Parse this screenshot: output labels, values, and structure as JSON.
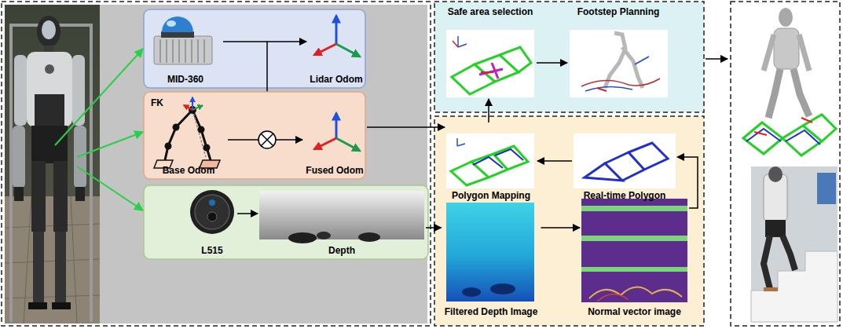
{
  "diagram": {
    "nodes": [
      {
        "text": [
          "MID-360"
        ]
      },
      {
        "text": [
          "Lidar Odom"
        ]
      },
      {
        "text": [
          "FK",
          "Base Odom"
        ]
      },
      {
        "text": [
          "Fused Odom"
        ]
      },
      {
        "text": [
          "L515"
        ]
      },
      {
        "text": [
          "Depth"
        ]
      },
      {
        "text": [
          "Safe area selection"
        ]
      },
      {
        "text": [
          "Footstep Planning"
        ]
      },
      {
        "text": [
          "Polygon Mapping"
        ]
      },
      {
        "text": [
          "Real-time Polygon"
        ]
      },
      {
        "text": [
          "Filtered Depth Image"
        ]
      },
      {
        "text": [
          "Normal vector image"
        ]
      }
    ],
    "edges": [
      {
        "from": 0,
        "to": 1,
        "arrow": "to"
      },
      {
        "from": 2,
        "to": 3,
        "arrow": "to"
      },
      {
        "from": 4,
        "to": 5,
        "arrow": "to"
      },
      {
        "from": 3,
        "to": 8,
        "arrow": "to"
      },
      {
        "from": 5,
        "to": 10,
        "arrow": "to"
      },
      {
        "from": 10,
        "to": 11,
        "arrow": "to"
      },
      {
        "from": 11,
        "to": 9,
        "arrow": "to"
      },
      {
        "from": 9,
        "to": 8,
        "arrow": "to"
      },
      {
        "from": 8,
        "to": 6,
        "arrow": "to"
      },
      {
        "from": 6,
        "to": 7,
        "arrow": "to"
      }
    ]
  }
}
